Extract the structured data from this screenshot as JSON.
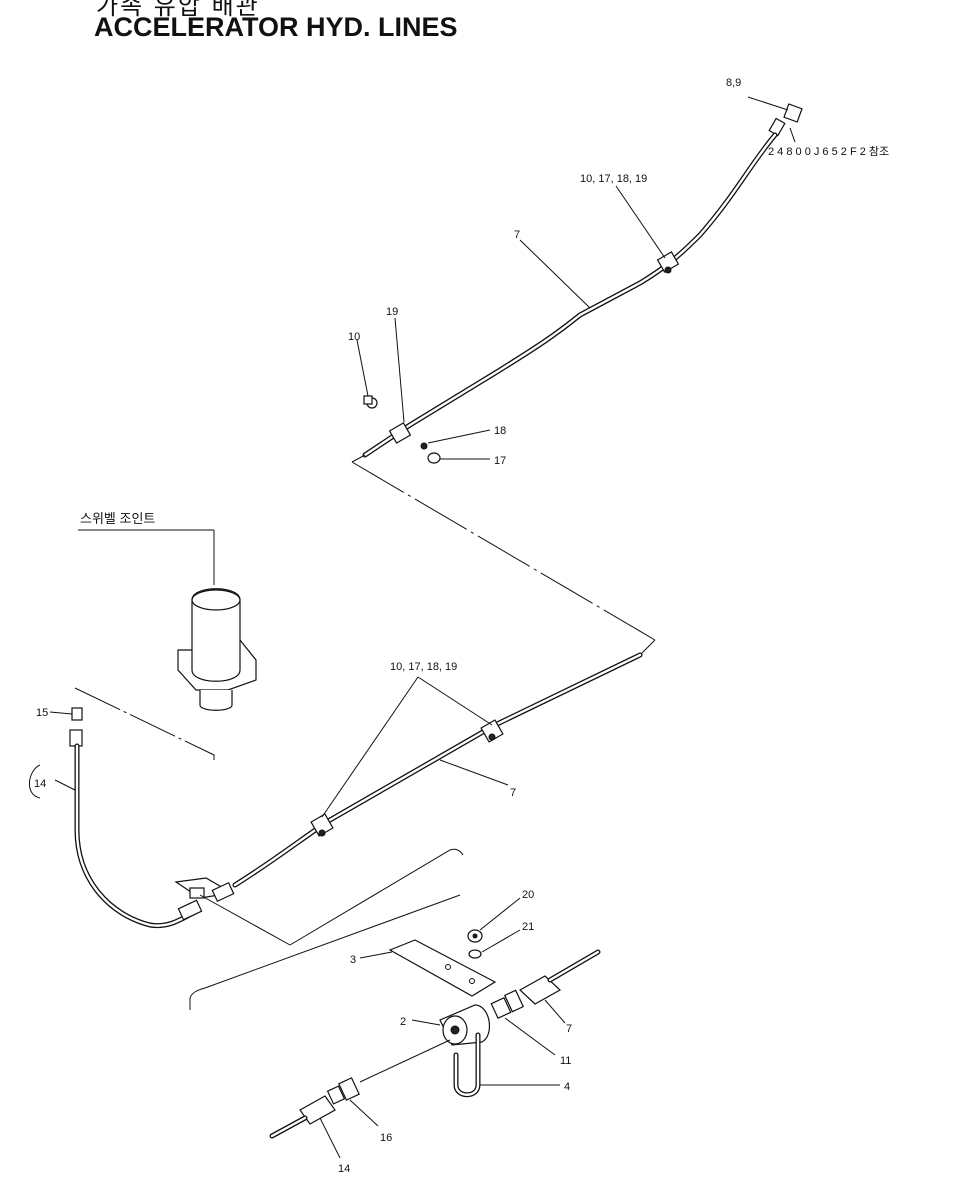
{
  "header": {
    "korean_title_partial": "가속 유압 배관",
    "title": "ACCELERATOR HYD. LINES"
  },
  "callouts": {
    "c89": "8,9",
    "ref": "2 4 8 0 0 J 6 5 2 F 2 참조",
    "c10_17_18_19_top": "10, 17, 18, 19",
    "c7_top": "7",
    "c19": "19",
    "c10": "10",
    "c18": "18",
    "c17": "17",
    "swivel": "스위벨 조인트",
    "c10_17_18_19_mid": "10, 17, 18, 19",
    "c15": "15",
    "c14_left": "14",
    "c7_mid": "7",
    "c20": "20",
    "c21": "21",
    "c3": "3",
    "c2": "2",
    "c7_bottom": "7",
    "c11": "11",
    "c4": "4",
    "c16": "16",
    "c14_bottom": "14"
  }
}
